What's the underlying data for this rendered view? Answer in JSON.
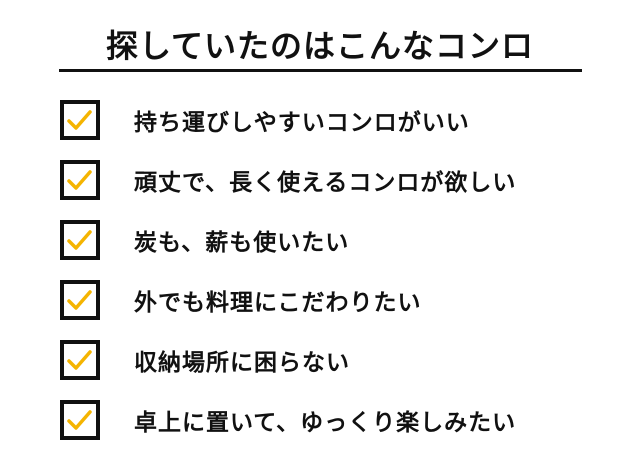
{
  "title": "探していたのはこんなコンロ",
  "check_color": "#F5B400",
  "items": [
    {
      "label": "持ち運びしやすいコンロがいい",
      "checked": true
    },
    {
      "label": "頑丈で、長く使えるコンロが欲しい",
      "checked": true
    },
    {
      "label": "炭も、薪も使いたい",
      "checked": true
    },
    {
      "label": "外でも料理にこだわりたい",
      "checked": true
    },
    {
      "label": "収納場所に困らない",
      "checked": true
    },
    {
      "label": "卓上に置いて、ゆっくり楽しみたい",
      "checked": true
    }
  ]
}
